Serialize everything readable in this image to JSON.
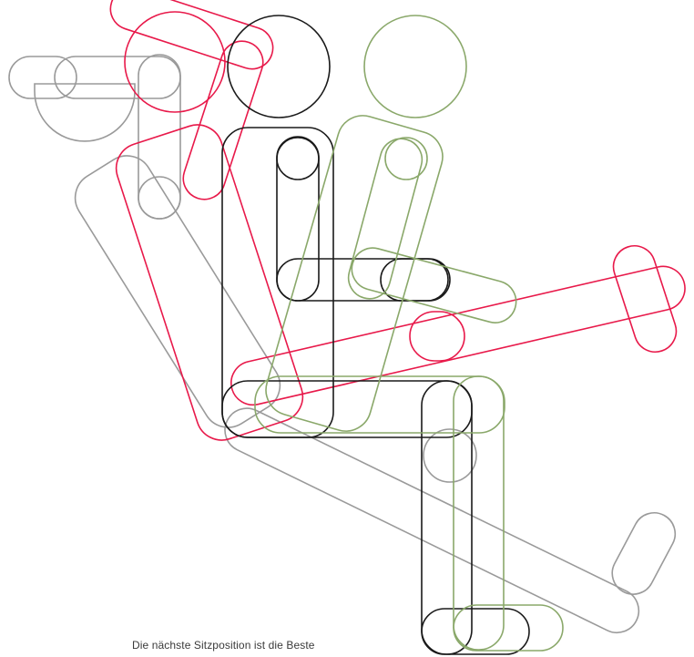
{
  "caption": "Die nächste Sitzposition ist die Beste",
  "figures": [
    {
      "name": "reclined-gray",
      "color": "#9a9a9a"
    },
    {
      "name": "leaning-red",
      "color": "#e8194a"
    },
    {
      "name": "upright-black",
      "color": "#1a1a1a"
    },
    {
      "name": "forward-green",
      "color": "#8aa86a"
    }
  ]
}
